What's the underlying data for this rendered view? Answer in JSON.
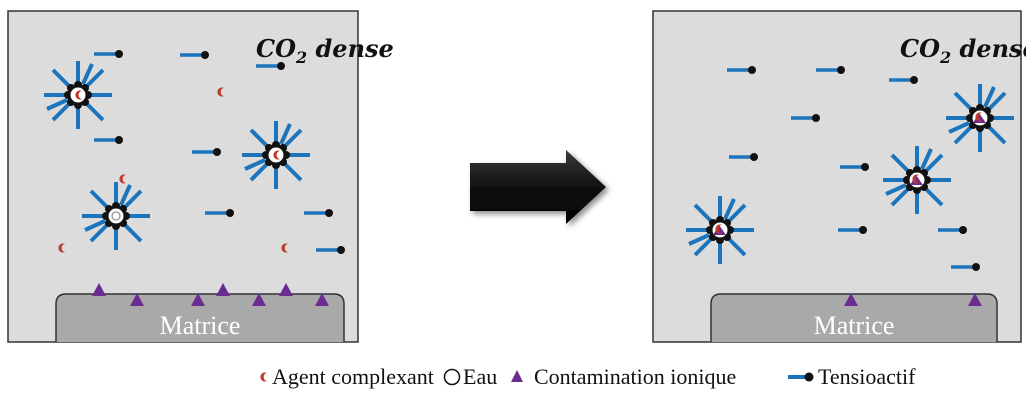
{
  "figure": {
    "left_panel": {
      "medium_label_prefix": "CO",
      "medium_label_subscript": "2",
      "medium_label_suffix": " dense",
      "substrate_label": "Matrice"
    },
    "right_panel": {
      "medium_label_prefix": "CO",
      "medium_label_subscript": "2",
      "medium_label_suffix": " dense",
      "substrate_label": "Matrice"
    },
    "legend": {
      "items": [
        {
          "label": "Agent complexant",
          "icon": "complexing-agent-icon",
          "color": "#c0392b"
        },
        {
          "label": "Eau",
          "icon": "water-circle-icon",
          "color": "#ffffff"
        },
        {
          "label": "Contamination ionique",
          "icon": "ionic-contamination-triangle-icon",
          "color": "#6a2c91"
        },
        {
          "label": "Tensioactif",
          "icon": "surfactant-icon",
          "color": "#1c75bc"
        }
      ]
    },
    "colors": {
      "panel_fill": "#dcdcdc",
      "panel_border": "#333333",
      "surfactant_tail": "#1c75bc",
      "surfactant_head": "#111111",
      "contaminant": "#6a2c91",
      "complexing_agent": "#c0392b",
      "substrate_fill": "#a9a9a9",
      "arrow": "#1a1a1a"
    }
  }
}
